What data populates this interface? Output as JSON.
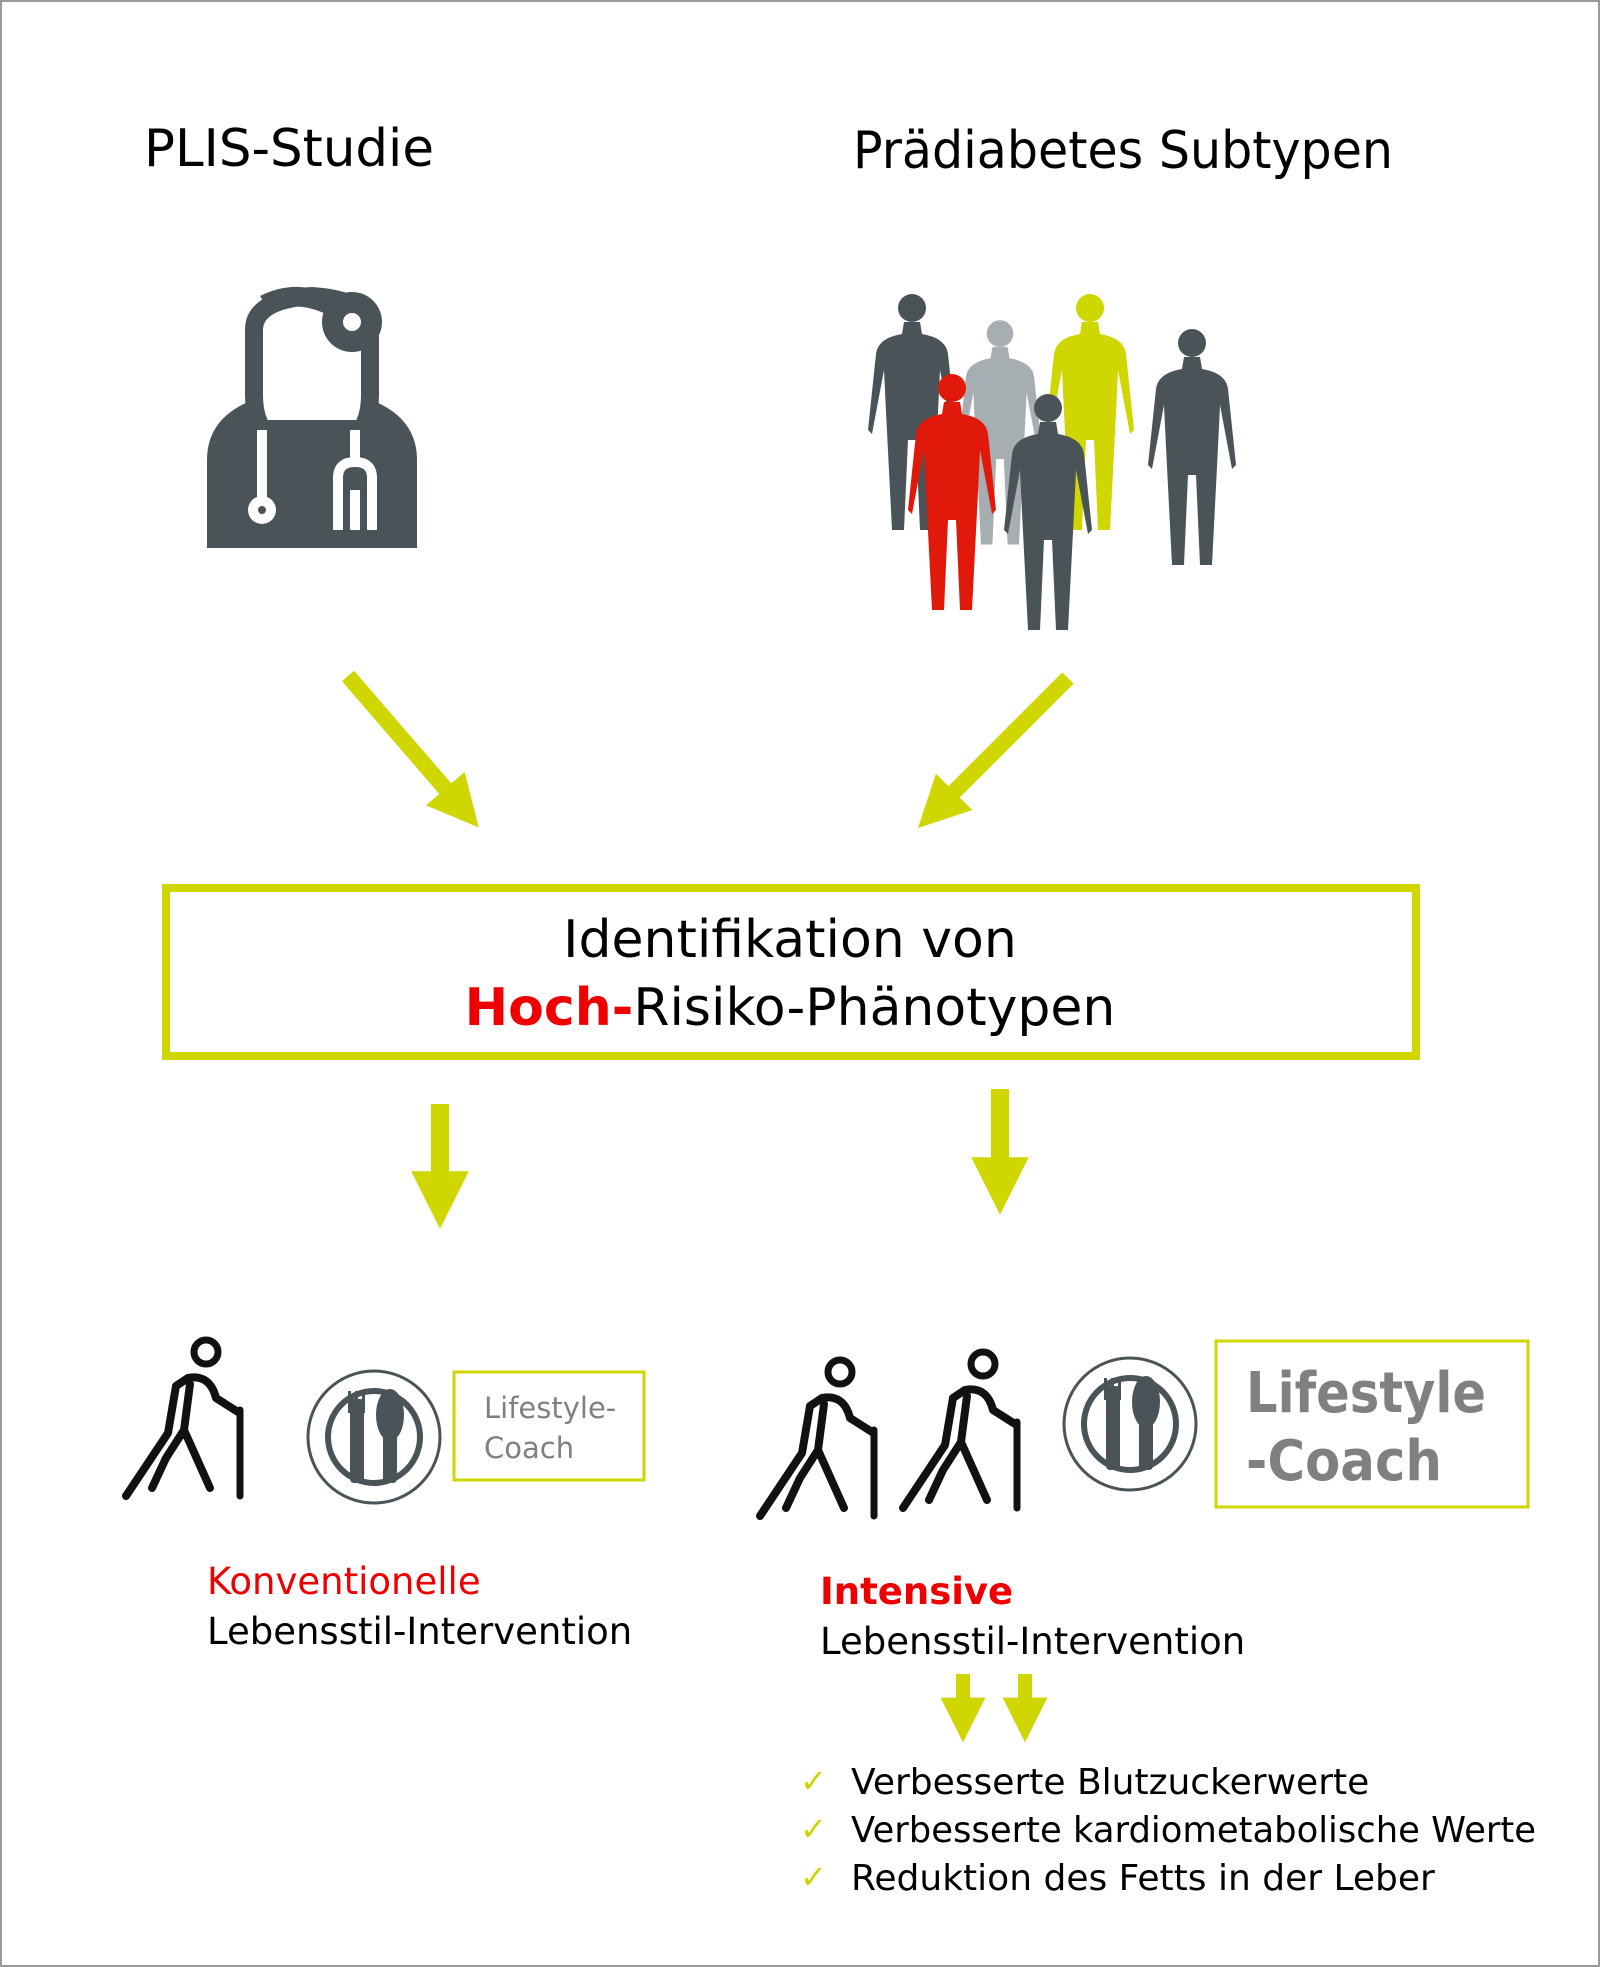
{
  "top": {
    "left_title": "PLIS-Studie",
    "right_title": "Prädiabetes Subtypen",
    "left_icon": "doctor-stethoscope-icon",
    "right_icon": "people-group-silhouettes-icon"
  },
  "center_box": {
    "line1": "Identifikation von",
    "line2_highlight": "Hoch-",
    "line2_rest": "Risiko-Phänotypen"
  },
  "left_branch": {
    "coach_line1": "Lifestyle-",
    "coach_line2": "Coach",
    "label_highlight": "Konventionelle",
    "label_rest": "Lebensstil-Intervention"
  },
  "right_branch": {
    "coach_line1": "Lifestyle",
    "coach_line2": "-Coach",
    "label_highlight": "Intensive",
    "label_rest": "Lebensstil-Intervention",
    "outcomes": [
      "Verbesserte Blutzuckerwerte",
      "Verbesserte kardiometabolische Werte",
      "Reduktion des Fetts in der Leber"
    ]
  },
  "colors": {
    "accent": "#cfd600",
    "highlight": "#ee0000",
    "icon_dark": "#4a5358",
    "icon_light": "#a7aeb1",
    "icon_red": "#e0190b"
  }
}
